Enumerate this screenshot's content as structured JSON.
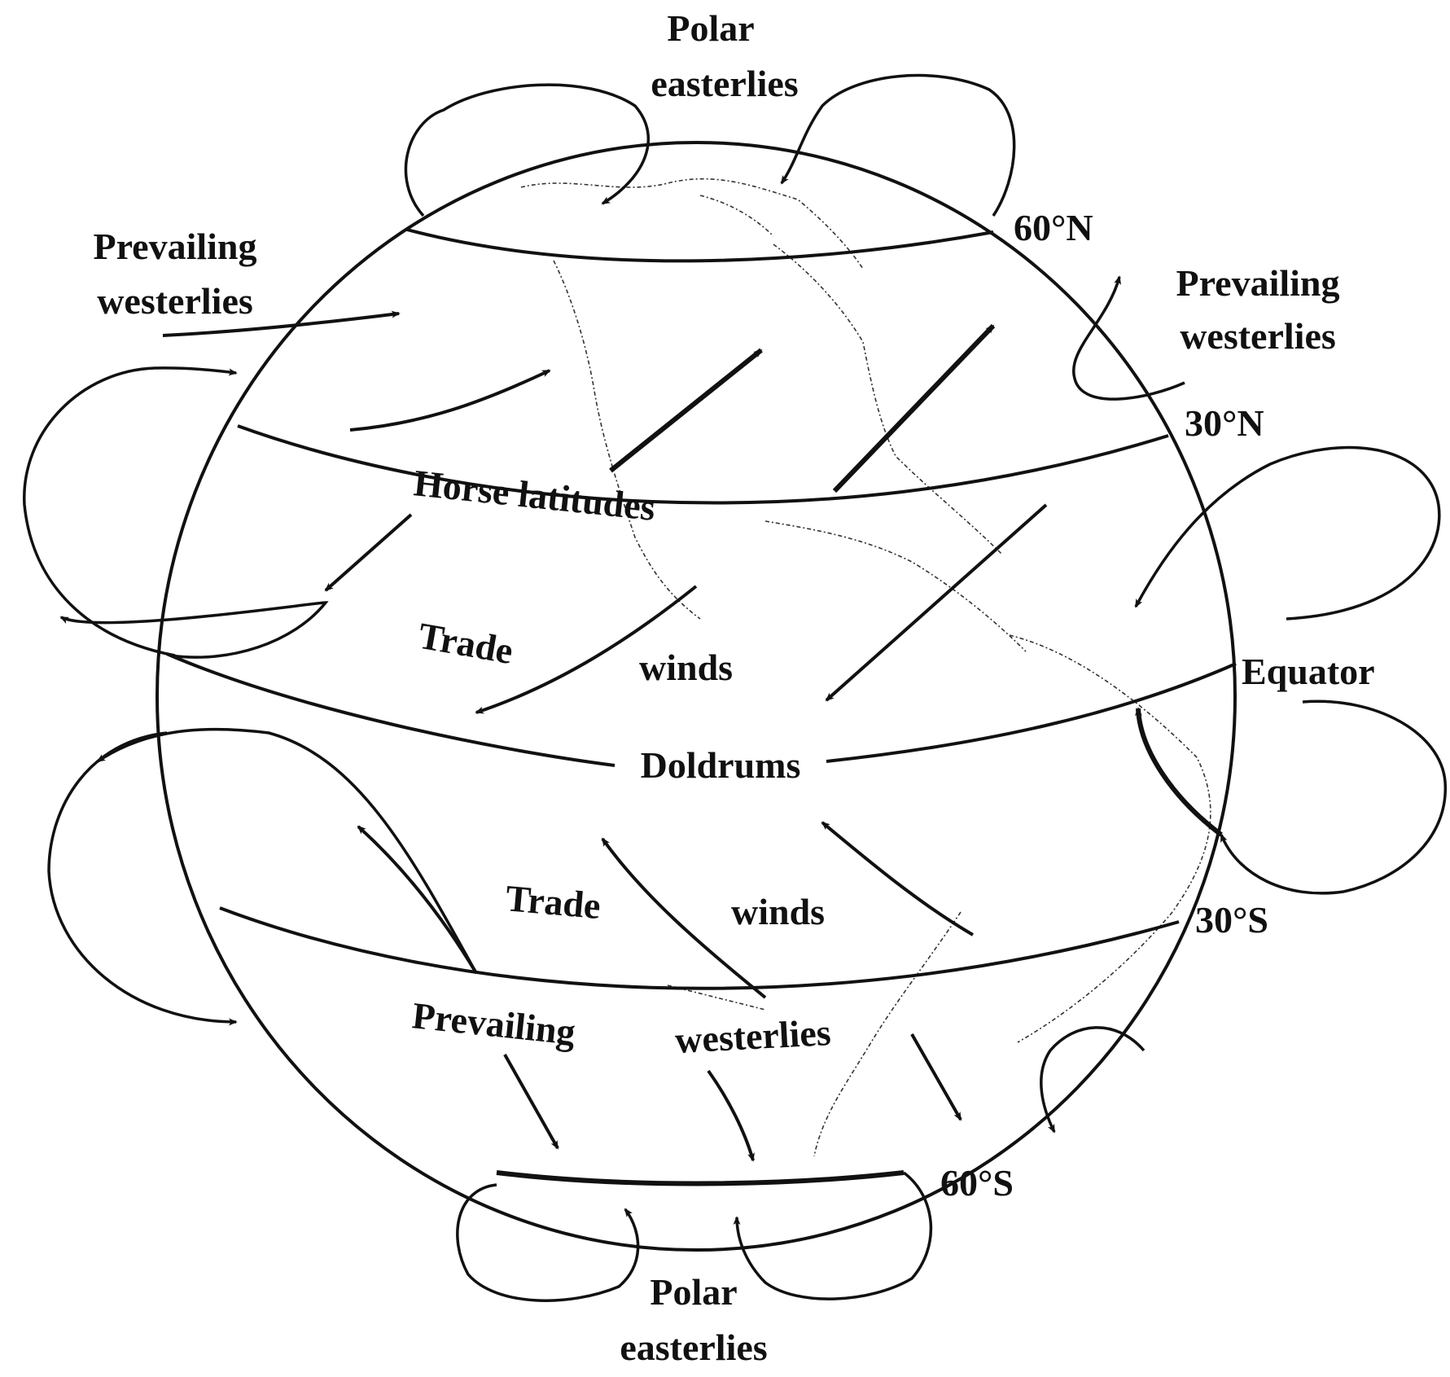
{
  "labels": {
    "polar_easterlies_north": [
      "Polar",
      "easterlies"
    ],
    "prevailing_westerlies_left": [
      "Prevailing",
      "westerlies"
    ],
    "prevailing_westerlies_right": [
      "Prevailing",
      "westerlies"
    ],
    "lat_60n": "60°N",
    "lat_30n": "30°N",
    "horse_latitudes": "Horse  latitudes",
    "trade_north": "Trade",
    "winds_north": "winds",
    "equator": "Equator",
    "doldrums": "Doldrums",
    "trade_south": "Trade",
    "winds_south": "winds",
    "lat_30s": "30°S",
    "prevailing_south": "Prevailing",
    "westerlies_south": "westerlies",
    "lat_60s": "60°S",
    "polar_easterlies_south": [
      "Polar",
      "easterlies"
    ]
  },
  "colors": {
    "ink": "#111111",
    "background": "#ffffff"
  }
}
